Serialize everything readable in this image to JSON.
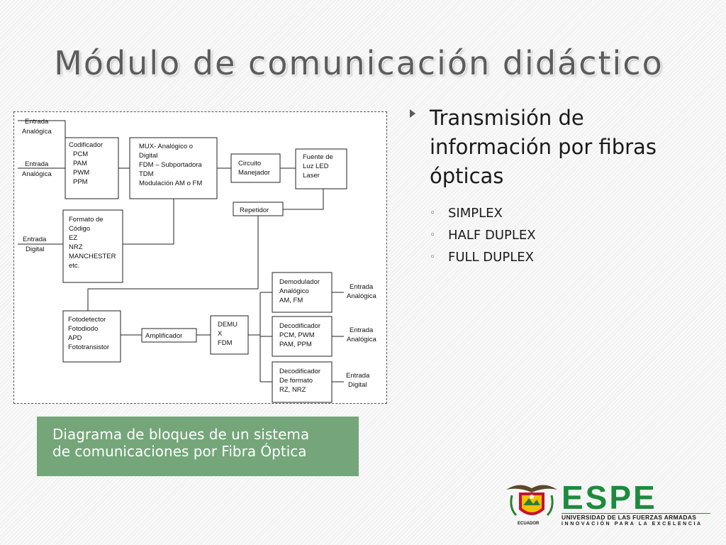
{
  "slide": {
    "title": "Módulo de comunicación didáctico"
  },
  "diagram": {
    "blocks": {
      "codificador": [
        "Codificador",
        "PCM",
        "PAM",
        "PWM",
        "PPM"
      ],
      "mux": [
        "MUX- Analógico o",
        "Digital",
        "FDM – Subportadora",
        "TDM",
        "Modulación AM o FM"
      ],
      "circuito": [
        "Circuito",
        "Manejador"
      ],
      "fuente": [
        "Fuente de",
        "Luz LED",
        "Laser"
      ],
      "repetidor": [
        "Repetidor"
      ],
      "formato": [
        "Formato de",
        "Código",
        "EZ",
        "NRZ",
        "MANCHESTER",
        "etc."
      ],
      "fotodetector": [
        "Fotodetector",
        "Fotodiodo",
        "APD",
        "Fototransistor"
      ],
      "amplificador": [
        "Amplificador"
      ],
      "demux": [
        "DEMU",
        "X",
        "FDM"
      ],
      "demodulador": [
        "Demodulador",
        "Analógico",
        "AM, FM"
      ],
      "decodificador1": [
        "Decodificador",
        "PCM, PWM",
        "PAM, PPM"
      ],
      "decodificador2": [
        "Decodificador",
        "De formato",
        "RZ, NRZ"
      ]
    },
    "labels": {
      "entrada_analogica_1": [
        "Entrada",
        "Analógica"
      ],
      "entrada_analogica_2": [
        "Entrada",
        "Analógica"
      ],
      "entrada_digital_1": [
        "Entrada",
        "Digital"
      ],
      "salida_analogica_1": [
        "Entrada",
        "Analógica"
      ],
      "salida_analogica_2": [
        "Entrada",
        "Analógica"
      ],
      "salida_digital": [
        "Entrada",
        "Digital"
      ]
    }
  },
  "caption": {
    "line1": "Diagrama de bloques de un sistema",
    "line2": "de comunicaciones por Fibra Óptica",
    "background": "#74a67a"
  },
  "bullets": {
    "main": [
      "Transmisión de",
      "información por fibras",
      "ópticas"
    ],
    "sub_marker": "◦",
    "sub": [
      "SIMPLEX",
      "HALF DUPLEX",
      "FULL DUPLEX"
    ]
  },
  "logo": {
    "wordmark": "ESPE",
    "line1": "UNIVERSIDAD DE LAS FUERZAS ARMADAS",
    "line2": "INNOVACIÓN PARA LA EXCELENCIA",
    "seal_text": "ECUADOR",
    "brand_color": "#1d8b3e",
    "icon": "university-seal-icon"
  }
}
